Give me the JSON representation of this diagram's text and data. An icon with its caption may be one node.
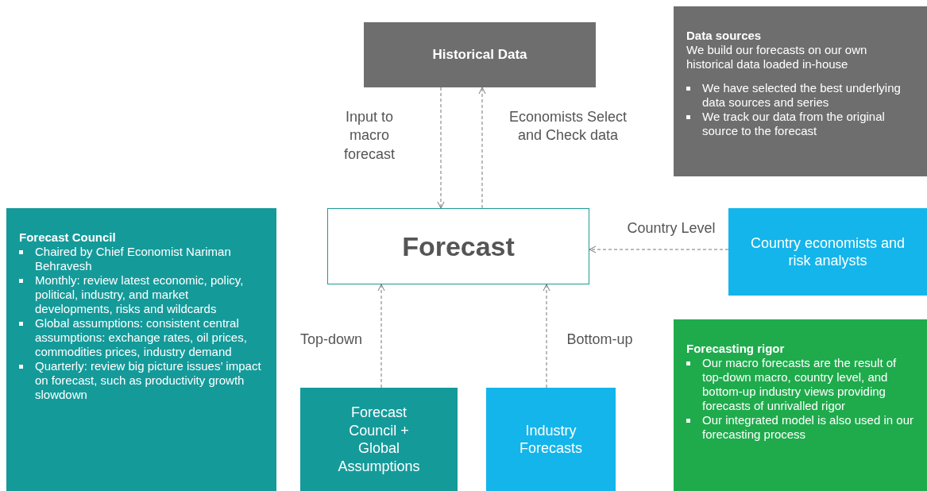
{
  "diagram": {
    "nodes": [
      {
        "text": [
          "Historical Data"
        ]
      },
      {
        "text": [
          "Data sources",
          "We build our forecasts on our own historical data loaded in-house",
          "We have selected the best underlying data sources and series",
          "We track our data from the original source to the forecast"
        ]
      },
      {
        "text": [
          "Forecast"
        ]
      },
      {
        "text": [
          "Country economists and risk analysts"
        ]
      },
      {
        "text": [
          "Forecast Council",
          "Chaired by Chief Economist Nariman Behravesh",
          "Monthly: review latest economic, policy, political, industry, and market developments, risks and wildcards",
          "Global assumptions: consistent central assumptions: exchange rates, oil prices, commodities prices, industry demand",
          "Quarterly: review big picture issues’ impact on forecast, such as productivity growth slowdown"
        ]
      },
      {
        "text": [
          "Forecast Council + Global Assumptions"
        ]
      },
      {
        "text": [
          "Industry Forecasts"
        ]
      },
      {
        "text": [
          "Forecasting rigor",
          "Our macro forecasts are the result of top-down macro, country level, and bottom-up industry views providing forecasts of unrivalled rigor",
          "Our integrated model is also used in our forecasting process"
        ]
      }
    ],
    "edges": [
      {
        "from": 0,
        "to": 2,
        "arrow": "to",
        "label": "Input to macro forecast",
        "style": "dashed"
      },
      {
        "from": 2,
        "to": 0,
        "arrow": "to",
        "label": "Economists Select and Check data",
        "style": "dashed"
      },
      {
        "from": 3,
        "to": 2,
        "arrow": "to",
        "label": "Country Level",
        "style": "dashed"
      },
      {
        "from": 5,
        "to": 2,
        "arrow": "to",
        "label": "Top-down",
        "style": "dashed"
      },
      {
        "from": 6,
        "to": 2,
        "arrow": "to",
        "label": "Bottom-up",
        "style": "dashed"
      }
    ]
  }
}
